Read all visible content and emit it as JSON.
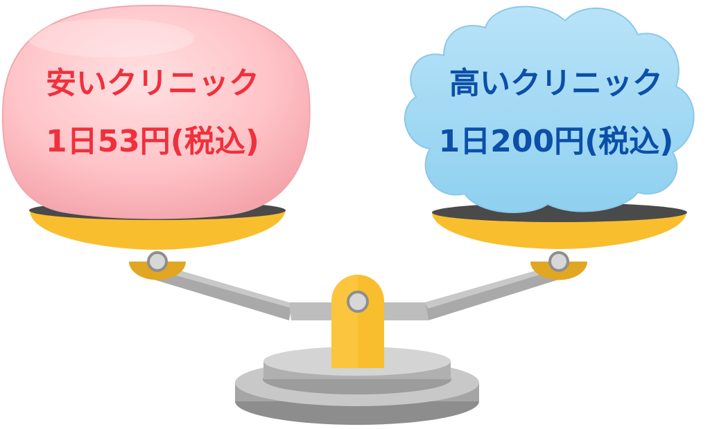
{
  "left_item": {
    "line1": "安いクリニック",
    "line2": "1日53円(税込)",
    "text_color": "#f0303c",
    "fill_color": "#ffc9cc"
  },
  "right_item": {
    "line1": "高いクリニック",
    "line2": "1日200円(税込)",
    "text_color": "#0b4fa8",
    "fill_color": "#a9dcf5"
  },
  "colors": {
    "scale_yellow": "#f9be2e",
    "scale_gray": "#a9a9a9"
  },
  "icons": {
    "scale": "balance-scale-icon"
  }
}
